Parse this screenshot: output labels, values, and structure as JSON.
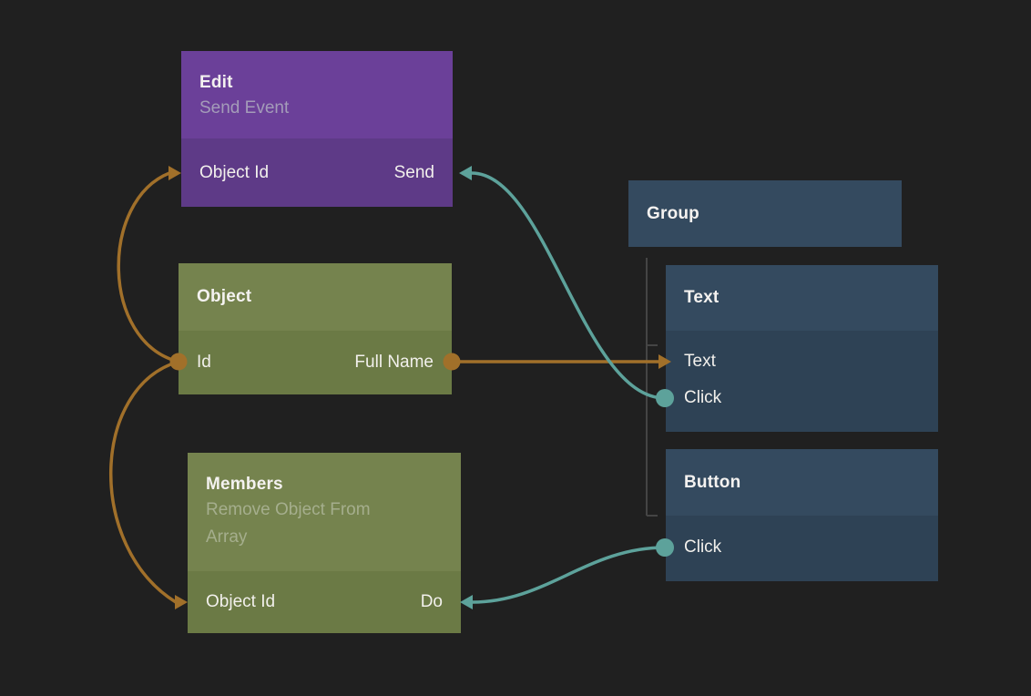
{
  "colors": {
    "background": "#202020",
    "purple_header": "#6b4099",
    "purple_body": "#5e3a87",
    "olive_header": "#75834e",
    "olive_body": "#6b7a45",
    "blue_header": "#344a5f",
    "blue_body": "#2e4255",
    "connection_orange": "#a1702a",
    "connection_teal": "#5da29b",
    "hierarchy_line": "#454545"
  },
  "nodes": {
    "edit": {
      "title": "Edit",
      "subtitle": "Send Event",
      "input": "Object Id",
      "output": "Send"
    },
    "object": {
      "title": "Object",
      "input": "Id",
      "output": "Full Name"
    },
    "members": {
      "title": "Members",
      "subtitle": "Remove Object From Array",
      "input": "Object Id",
      "output": "Do"
    },
    "group": {
      "title": "Group"
    },
    "text": {
      "title": "Text",
      "input1": "Text",
      "input2": "Click"
    },
    "button": {
      "title": "Button",
      "input1": "Click"
    }
  },
  "connections": [
    {
      "from": "Object.Id",
      "to": "Edit.Object Id",
      "color": "orange"
    },
    {
      "from": "Object.Id",
      "to": "Members.Object Id",
      "color": "orange"
    },
    {
      "from": "Object.Full Name",
      "to": "Text.Text",
      "color": "orange"
    },
    {
      "from": "Text.Click",
      "to": "Edit.Send",
      "color": "teal"
    },
    {
      "from": "Button.Click",
      "to": "Members.Do",
      "color": "teal"
    }
  ],
  "hierarchy": {
    "parent": "Group",
    "children": [
      "Text",
      "Button"
    ]
  }
}
